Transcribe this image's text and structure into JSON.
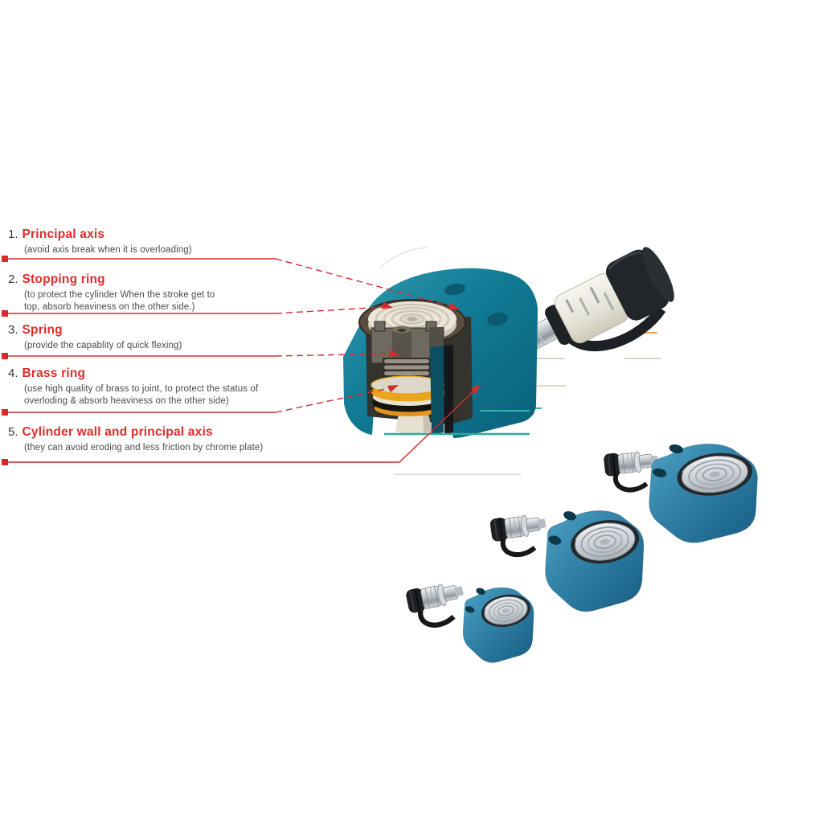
{
  "annotations": [
    {
      "number": "1.",
      "title": "Principal axis",
      "description": "(avoid axis break when it is overloading)"
    },
    {
      "number": "2.",
      "title": "Stopping ring",
      "description": "(to protect the cylinder When the stroke get to top, absorb heaviness on the other side.)"
    },
    {
      "number": "3.",
      "title": "Spring",
      "description": "(provide the capablity of quick flexing)"
    },
    {
      "number": "4.",
      "title": "Brass ring",
      "description": "(use high quality of brass to joint, to protect the status of overloding & absorb heaviness on the other side)"
    },
    {
      "number": "5.",
      "title": "Cylinder wall and principal axis",
      "description": "(they can avoid eroding and less friction by chrome plate)"
    }
  ],
  "illustration": {
    "cutaway": "sectioned flat hydraulic cylinder",
    "coupler": "hydraulic quick coupler",
    "jacks": [
      "small flat cylinder",
      "medium flat cylinder",
      "large flat cylinder"
    ]
  },
  "colors": {
    "accent_red": "#d92b2b",
    "cylinder_teal": "#15809a",
    "jack_blue": "#2f7ea4",
    "brass_yellow": "#e9a31d",
    "saddle_silver": "#d3d7da"
  }
}
